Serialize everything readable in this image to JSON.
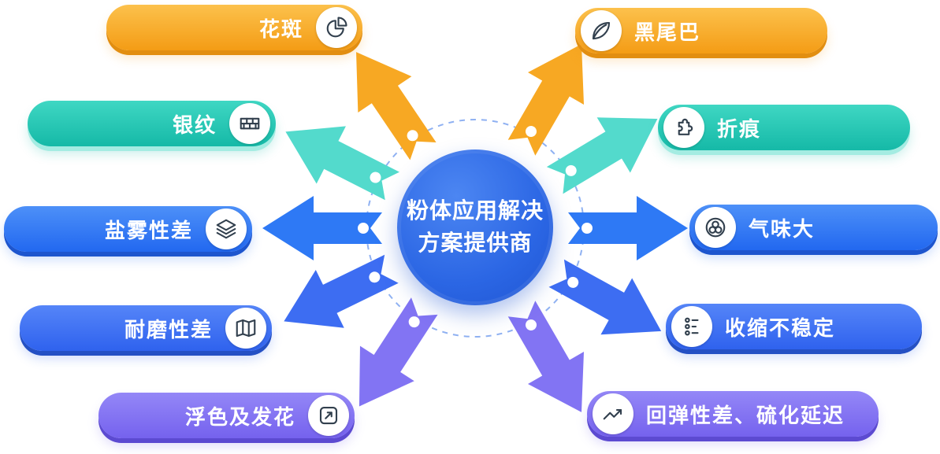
{
  "center": {
    "title_line1": "粉体应用解决",
    "title_line2": "方案提供商"
  },
  "nodes": [
    {
      "label": "花斑",
      "icon": "pie-chart-icon",
      "scheme": "orange",
      "side": "left"
    },
    {
      "label": "黑尾巴",
      "icon": "leaf-icon",
      "scheme": "orange",
      "side": "right"
    },
    {
      "label": "银纹",
      "icon": "bricks-icon",
      "scheme": "teal",
      "side": "left"
    },
    {
      "label": "折痕",
      "icon": "puzzle-icon",
      "scheme": "teal",
      "side": "right"
    },
    {
      "label": "盐雾性差",
      "icon": "layers-icon",
      "scheme": "blue",
      "side": "left"
    },
    {
      "label": "气味大",
      "icon": "rings-icon",
      "scheme": "blue",
      "side": "right"
    },
    {
      "label": "耐磨性差",
      "icon": "map-icon",
      "scheme": "blue2",
      "side": "left"
    },
    {
      "label": "收缩不稳定",
      "icon": "timeline-icon",
      "scheme": "blue2",
      "side": "right"
    },
    {
      "label": "浮色及发花",
      "icon": "trend-arrow-icon",
      "scheme": "purple",
      "side": "left"
    },
    {
      "label": "回弹性差、硫化延迟",
      "icon": "line-chart-icon",
      "scheme": "purple",
      "side": "right"
    }
  ],
  "colors": {
    "orange": "#F7A823",
    "teal": "#53DACC",
    "blue": "#2E79F5",
    "blue_deep": "#3D6DF2",
    "purple": "#8274F3",
    "center_blue": "#2B66E4",
    "dashed_ring": "#8FB1F2",
    "icon_stroke": "#32404E"
  }
}
